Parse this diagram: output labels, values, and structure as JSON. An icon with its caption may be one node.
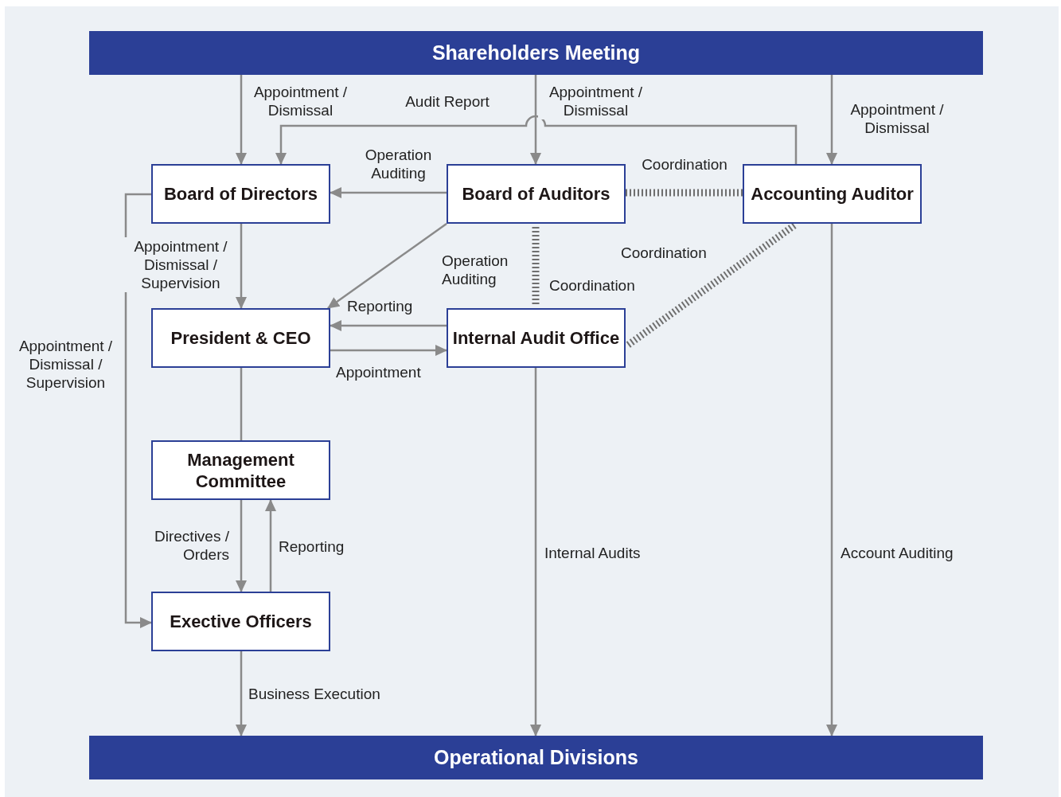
{
  "diagram": {
    "nodes": [
      {
        "text": [
          "Shareholders Meeting"
        ]
      },
      {
        "text": [
          "Board of Directors"
        ]
      },
      {
        "text": [
          "Board of Auditors"
        ]
      },
      {
        "text": [
          "Accounting Auditor"
        ]
      },
      {
        "text": [
          "President & CEO"
        ]
      },
      {
        "text": [
          "Internal Audit Office"
        ]
      },
      {
        "text": [
          "Management Committee"
        ]
      },
      {
        "text": [
          "Exective Officers"
        ]
      },
      {
        "text": [
          "Operational Divisions"
        ]
      }
    ],
    "edges": [
      {
        "from": 0,
        "to": 1,
        "arrow": "to",
        "label": "Appointment / Dismissal"
      },
      {
        "from": 3,
        "to": 1,
        "arrow": "to",
        "label": "Audit Report"
      },
      {
        "from": 0,
        "to": 2,
        "arrow": "to",
        "label": "Appointment / Dismissal"
      },
      {
        "from": 0,
        "to": 3,
        "arrow": "to",
        "label": "Appointment / Dismissal"
      },
      {
        "from": 2,
        "to": 1,
        "arrow": "to",
        "label": "Operation Auditing"
      },
      {
        "from": 2,
        "to": 3,
        "arrow": "none",
        "label": "Coordination",
        "style": "dashed"
      },
      {
        "from": 1,
        "to": 4,
        "arrow": "to",
        "label": "Appointment / Dismissal / Supervision"
      },
      {
        "from": 1,
        "to": 7,
        "arrow": "to",
        "label": "Appointment / Dismissal / Supervision"
      },
      {
        "from": 2,
        "to": 4,
        "arrow": "to",
        "label": "Operation Auditing"
      },
      {
        "from": 2,
        "to": 5,
        "arrow": "none",
        "label": "Coordination",
        "style": "dashed"
      },
      {
        "from": 3,
        "to": 5,
        "arrow": "none",
        "label": "Coordination",
        "style": "dashed"
      },
      {
        "from": 5,
        "to": 4,
        "arrow": "to",
        "label": "Reporting"
      },
      {
        "from": 4,
        "to": 5,
        "arrow": "to",
        "label": "Appointment"
      },
      {
        "from": 4,
        "to": 6,
        "arrow": "none"
      },
      {
        "from": 6,
        "to": 7,
        "arrow": "to",
        "label": "Directives / Orders"
      },
      {
        "from": 7,
        "to": 6,
        "arrow": "to",
        "label": "Reporting"
      },
      {
        "from": 7,
        "to": 8,
        "arrow": "to",
        "label": "Business Execution"
      },
      {
        "from": 5,
        "to": 8,
        "arrow": "to",
        "label": "Internal Audits"
      },
      {
        "from": 3,
        "to": 8,
        "arrow": "to",
        "label": "Account Auditing"
      }
    ]
  }
}
